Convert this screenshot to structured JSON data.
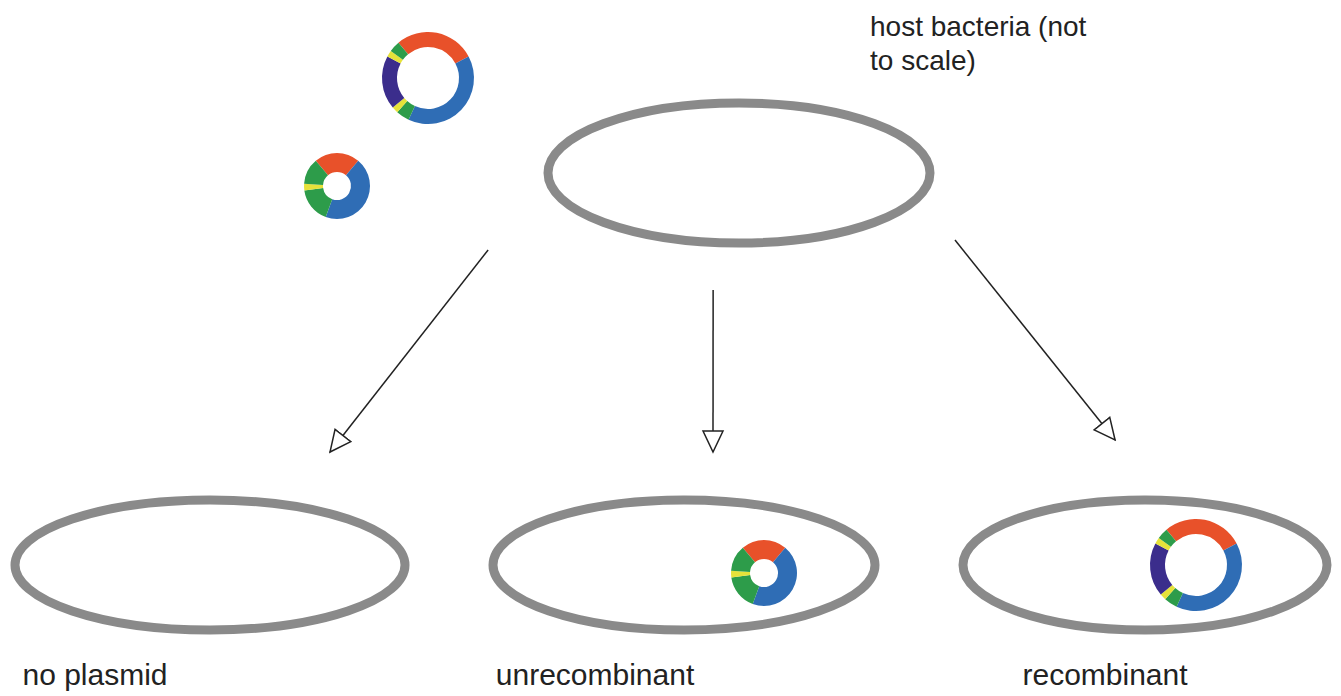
{
  "diagram": {
    "nodes": [
      {
        "text": [
          "host bacteria (not to scale)"
        ]
      },
      {
        "text": [
          "no plasmid"
        ]
      },
      {
        "text": [
          "unrecombinant"
        ]
      },
      {
        "text": [
          "recombinant"
        ]
      }
    ],
    "edges": [
      {
        "from": 0,
        "to": 1,
        "arrow": "to"
      },
      {
        "from": 0,
        "to": 2,
        "arrow": "to"
      },
      {
        "from": 0,
        "to": 3,
        "arrow": "to"
      }
    ]
  }
}
